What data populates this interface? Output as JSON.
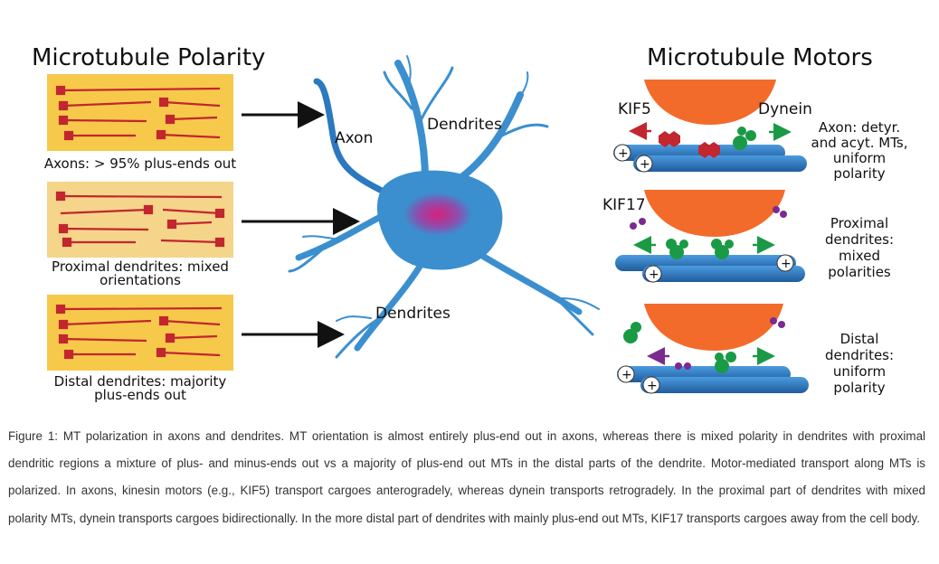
{
  "figure": {
    "left_title": "Microtubule Polarity",
    "right_title": "Microtubule Motors",
    "panels": [
      {
        "caption_line1": "Axons: > 95% plus-ends out",
        "caption_line2": ""
      },
      {
        "caption_line1": "Proximal dendrites: mixed",
        "caption_line2": "orientations"
      },
      {
        "caption_line1": "Distal dendrites: majority",
        "caption_line2": "plus-ends out"
      }
    ],
    "neuron_labels": {
      "axon": "Axon",
      "dendrites_top": "Dendrites",
      "dendrites_bottom": "Dendrites"
    },
    "motor_labels": {
      "kif5": "KIF5",
      "dynein": "Dynein",
      "kif17": "KIF17",
      "plus": "+"
    },
    "right_descriptions": [
      [
        "Axon: detyr.",
        "and acyt. MTs,",
        "uniform",
        "polarity"
      ],
      [
        "Proximal",
        "dendrites:",
        "mixed",
        "polarities"
      ],
      [
        "Distal",
        "dendrites:",
        "uniform",
        "polarity"
      ]
    ],
    "colors": {
      "panel_fill": "#f6c94b",
      "panel_fill_light": "#f4d58a",
      "mt_line": "#c2262e",
      "neuron": "#3b8fcf",
      "nucleus": "#c0307f",
      "cargo": "#f26b2a",
      "microtubule": "#2a6fb8",
      "kif5": "#c2262e",
      "dynein": "#1a9a45",
      "kif17": "#7b2b8f"
    }
  },
  "caption": "Figure 1: MT polarization in axons and dendrites. MT orientation is almost entirely plus-end out in axons, whereas there is mixed polarity in dendrites with proximal dendritic regions a mixture of plus- and minus-ends out vs a majority of plus-end out MTs in the distal parts of the dendrite.  Motor-mediated transport along MTs is polarized. In axons, kinesin motors (e.g., KIF5) transport cargoes anterogradely, whereas dynein transports retrogradely. In the proximal part of dendrites with mixed polarity MTs, dynein transports cargoes bidirectionally. In the more distal part of dendrites with mainly plus-end out MTs, KIF17 transports cargoes away from the cell body."
}
